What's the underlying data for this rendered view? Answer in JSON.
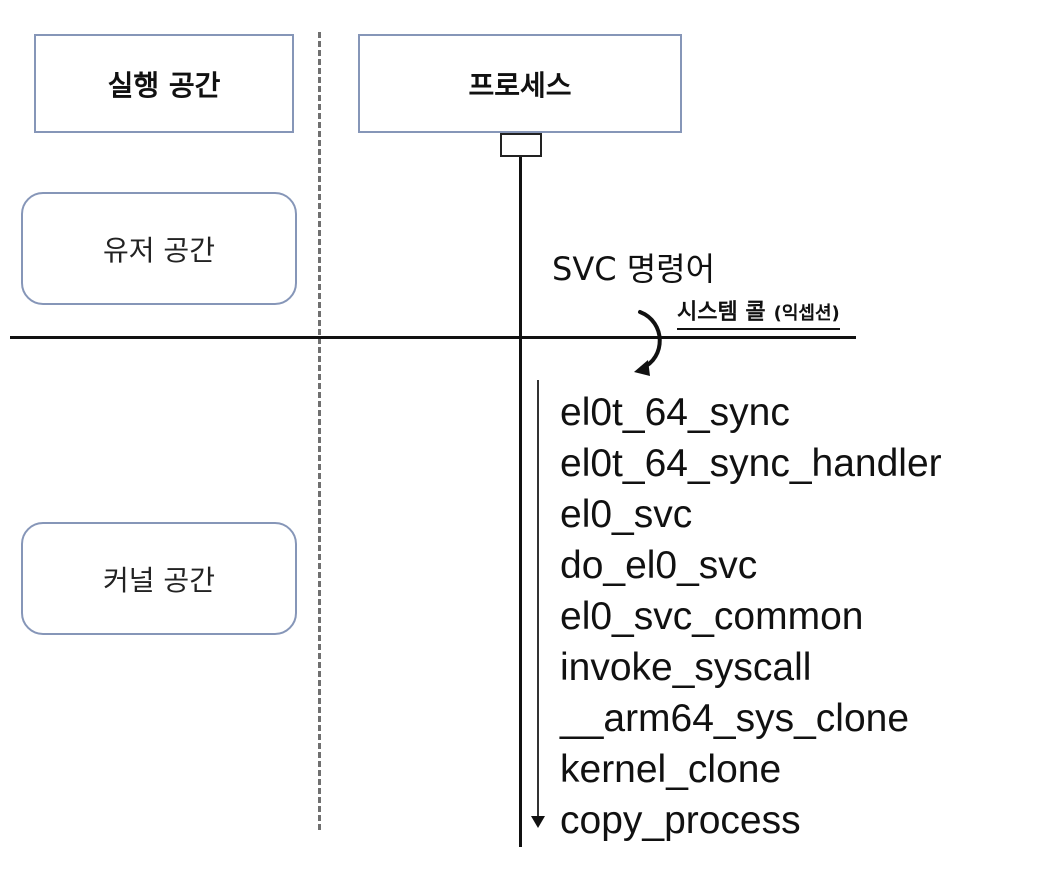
{
  "execution_space": {
    "header": "실행 공간",
    "user_space": "유저 공간",
    "kernel_space": "커널 공간"
  },
  "process": {
    "header": "프로세스"
  },
  "svc_instruction": "SVC 명령어",
  "system_call": {
    "label": "시스템 콜",
    "note": "(익셉션)"
  },
  "call_stack": [
    "el0t_64_sync",
    "el0t_64_sync_handler",
    "el0_svc",
    "do_el0_svc",
    "el0_svc_common",
    "invoke_syscall",
    "__arm64_sys_clone",
    "kernel_clone",
    "copy_process"
  ]
}
